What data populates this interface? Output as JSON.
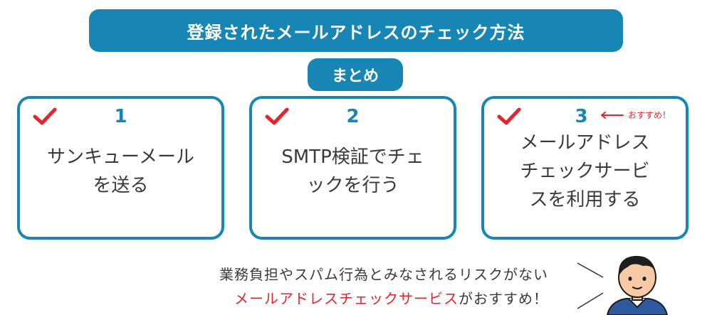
{
  "header": {
    "title": "登録されたメールアドレスのチェック方法",
    "summary_label": "まとめ"
  },
  "cards": [
    {
      "number": "1",
      "lines": [
        "サンキューメール",
        "を送る"
      ]
    },
    {
      "number": "2",
      "lines": [
        "SMTP検証でチェ",
        "ックを行う"
      ]
    },
    {
      "number": "3",
      "lines": [
        "メールアドレス",
        "チェックサービ",
        "スを利用する"
      ],
      "recommend": "おすすめ！"
    }
  ],
  "footer": {
    "line1": "業務負担やスパム行為とみなされるリスクがない",
    "line2_highlight": "メールアドレスチェックサービス",
    "line2_rest": "がおすすめ！"
  },
  "colors": {
    "accent": "#1886b4",
    "check": "#e3262e",
    "text": "#3a3a3a",
    "highlight": "#e3262e"
  },
  "icons": [
    "check-mark-icon",
    "left-arrow-icon",
    "person-illustration"
  ]
}
